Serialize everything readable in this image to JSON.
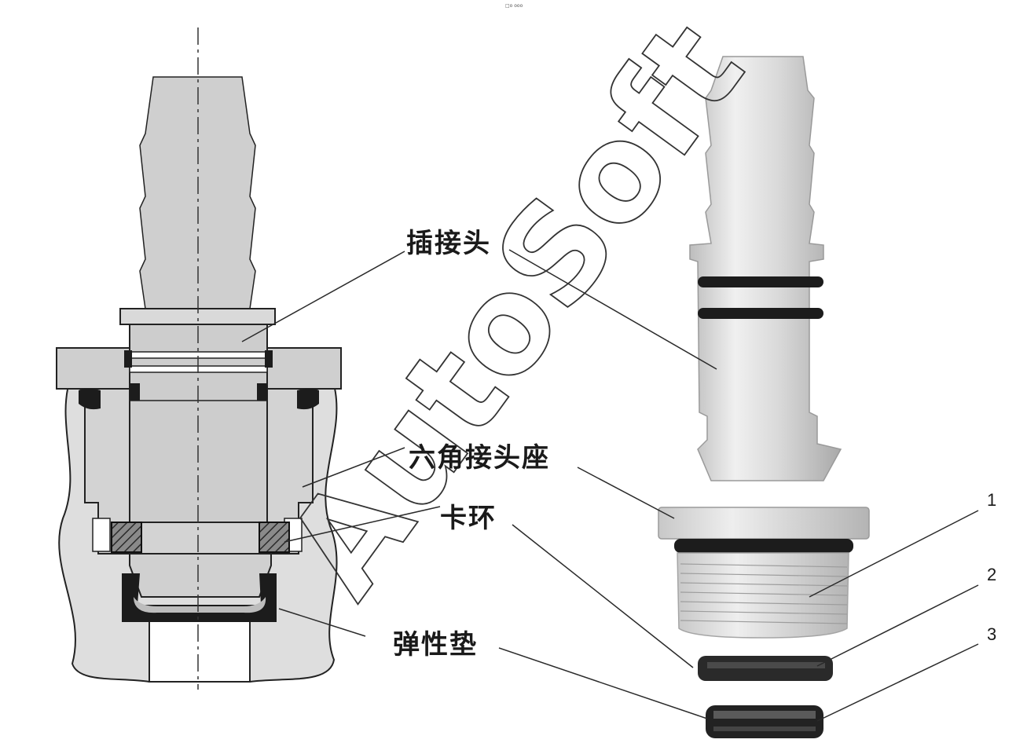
{
  "top_mark": "□o ooo",
  "labels": {
    "plug_connector": "插接头",
    "hex_socket": "六角接头座",
    "snap_ring": "卡环",
    "elastic_pad": "弹性垫"
  },
  "part_numbers": [
    "1",
    "2",
    "3"
  ],
  "watermark": "AutoSoft",
  "colors": {
    "part_fill": "#cfcfcf",
    "part_light": "#e4e4e4",
    "housing": "#dcdcdc",
    "dark": "#1c1c1c",
    "hatch": "#555555",
    "leader": "#2a2a2a"
  }
}
